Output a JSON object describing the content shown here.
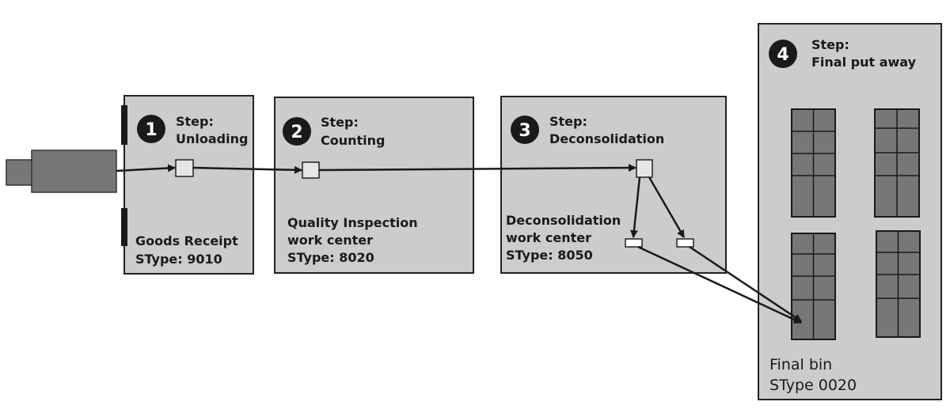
{
  "steps": [
    {
      "number": "1",
      "step_label": "Step:",
      "step_name": "Unloading",
      "area_line1": "Goods Receipt",
      "area_line2": "SType: 9010",
      "area_line3": ""
    },
    {
      "number": "2",
      "step_label": "Step:",
      "step_name": "Counting",
      "area_line1": "Quality Inspection",
      "area_line2": "work center",
      "area_line3": "SType: 8020"
    },
    {
      "number": "3",
      "step_label": "Step:",
      "step_name": "Deconsolidation",
      "area_line1": "Deconsolidation",
      "area_line2": "work center",
      "area_line3": "SType: 8050"
    },
    {
      "number": "4",
      "step_label": "Step:",
      "step_name": "Final put away",
      "area_line1": "Final bin",
      "area_line2": "SType 0020",
      "area_line3": ""
    }
  ],
  "colors": {
    "box_fill": "#cccccc",
    "box_stroke": "#222222",
    "truck_fill": "#777777",
    "rack_fill": "#777777",
    "marker_fill": "#e6e6e6",
    "badge_fill": "#1a1a1a"
  }
}
